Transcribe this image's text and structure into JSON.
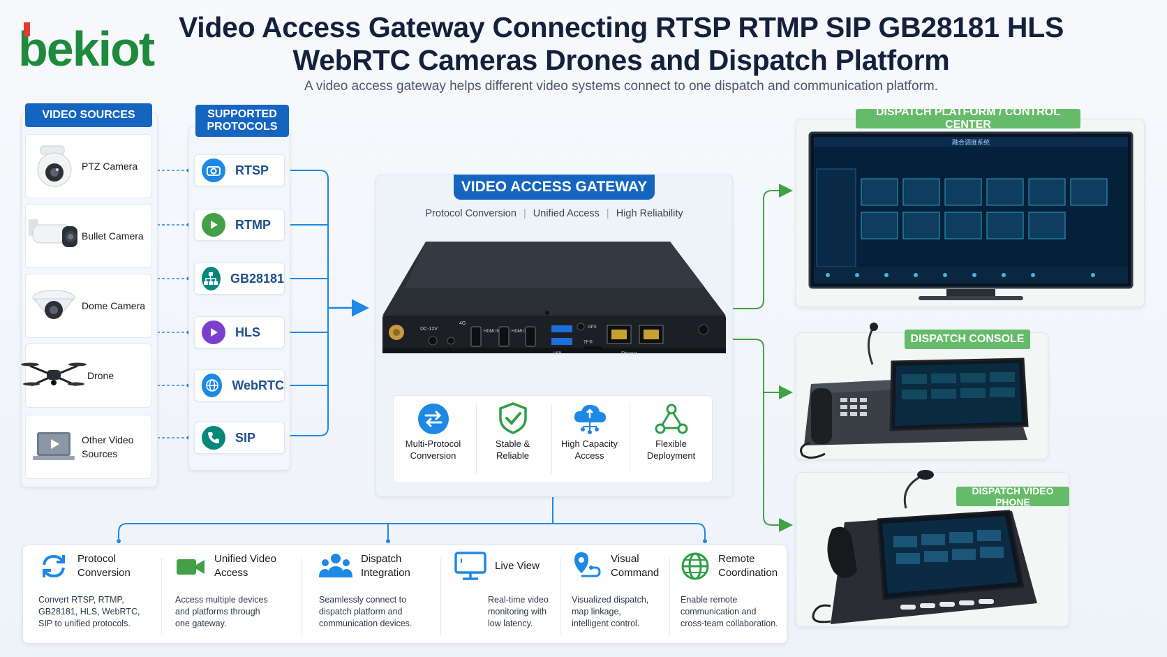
{
  "brand": {
    "logo_text": "bekiot"
  },
  "header": {
    "title_line1": "Video Access Gateway Connecting RTSP RTMP SIP GB28181 HLS",
    "title_line2": "WebRTC Cameras Drones and Dispatch Platform",
    "subtitle": "A video access gateway helps different video systems connect to one dispatch and communication platform."
  },
  "video_sources": {
    "heading": "VIDEO SOURCES",
    "items": [
      {
        "label": "PTZ Camera",
        "icon": "ptz-camera-icon"
      },
      {
        "label": "Bullet Camera",
        "icon": "bullet-camera-icon"
      },
      {
        "label": "Dome Camera",
        "icon": "dome-camera-icon"
      },
      {
        "label": "Drone",
        "icon": "drone-icon"
      },
      {
        "label_line1": "Other Video",
        "label_line2": "Sources",
        "icon": "laptop-video-icon"
      }
    ]
  },
  "protocols": {
    "heading_line1": "SUPPORTED",
    "heading_line2": "PROTOCOLS",
    "items": [
      {
        "label": "RTSP",
        "icon": "camera-lens-icon",
        "color": "#1e88e5"
      },
      {
        "label": "RTMP",
        "icon": "play-icon",
        "color": "#43a047"
      },
      {
        "label": "GB28181",
        "icon": "network-tree-icon",
        "color": "#00897b"
      },
      {
        "label": "HLS",
        "icon": "play-icon",
        "color": "#7b3fd0"
      },
      {
        "label": "WebRTC",
        "icon": "globe-icon",
        "color": "#1e88e5"
      },
      {
        "label": "SIP",
        "icon": "phone-icon",
        "color": "#00897b"
      }
    ]
  },
  "gateway": {
    "heading": "VIDEO ACCESS GATEWAY",
    "tagline_1": "Protocol Conversion",
    "tagline_2": "Unified Access",
    "tagline_3": "High Reliability",
    "device_labels": {
      "power": "DC-12V",
      "antenna": "4G",
      "hdmi_in": "HDMI IN",
      "hdmi_out": "HDMI OUT",
      "gps": "GPS",
      "tf": "TF卡",
      "usb": "USB",
      "ethernet": "Ethernet"
    },
    "features": [
      {
        "line1": "Multi-Protocol",
        "line2": "Conversion",
        "icon": "swap-arrows-icon"
      },
      {
        "line1": "Stable &",
        "line2": "Reliable",
        "icon": "shield-check-icon"
      },
      {
        "line1": "High Capacity",
        "line2": "Access",
        "icon": "cloud-network-icon"
      },
      {
        "line1": "Flexible",
        "line2": "Deployment",
        "icon": "nodes-icon"
      }
    ]
  },
  "outputs": {
    "platform": {
      "label": "DISPATCH PLATFORM / CONTROL CENTER",
      "screen_title": "融合调度系统"
    },
    "console": {
      "label": "DISPATCH CONSOLE"
    },
    "phone": {
      "label": "DISPATCH VIDEO PHONE"
    }
  },
  "benefits": [
    {
      "title_line1": "Protocol",
      "title_line2": "Conversion",
      "icon": "refresh-arrows-icon",
      "desc": [
        "Convert RTSP, RTMP,",
        "GB28181, HLS, WebRTC,",
        "SIP to unified protocols."
      ]
    },
    {
      "title_line1": "Unified Video",
      "title_line2": "Access",
      "icon": "video-camera-icon",
      "desc": [
        "Access multiple devices",
        "and platforms through",
        "one gateway."
      ]
    },
    {
      "title_line1": "Dispatch",
      "title_line2": "Integration",
      "icon": "team-icon",
      "desc": [
        "Seamlessly connect to",
        "dispatch platform and",
        "communication devices."
      ]
    },
    {
      "title_line1": "Live View",
      "title_line2": "",
      "icon": "monitor-icon",
      "desc": [
        "Real-time video",
        "monitoring with",
        "low latency."
      ]
    },
    {
      "title_line1": "Visual",
      "title_line2": "Command",
      "icon": "map-pin-icon",
      "desc": [
        "Visualized dispatch,",
        "map linkage,",
        "intelligent control."
      ]
    },
    {
      "title_line1": "Remote",
      "title_line2": "Coordination",
      "icon": "globe-icon",
      "desc": [
        "Enable remote",
        "communication and",
        "cross-team collaboration."
      ]
    }
  ],
  "colors": {
    "primary_blue": "#1565c0",
    "accent_green": "#43a047",
    "dark_navy": "#14213d"
  }
}
